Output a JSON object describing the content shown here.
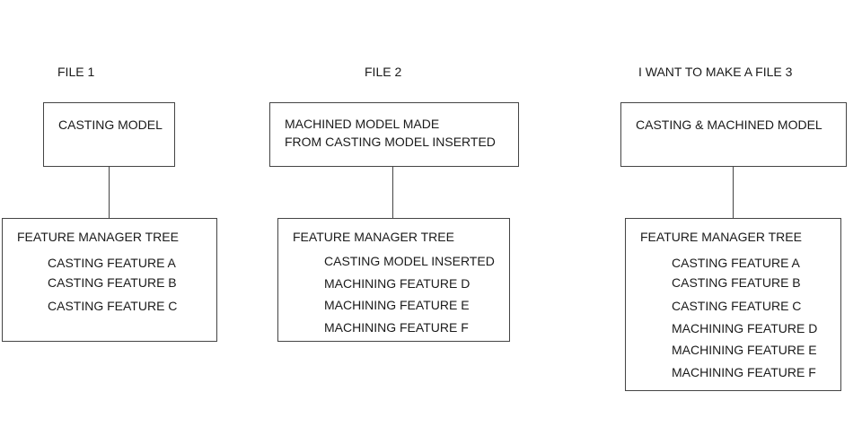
{
  "file1": {
    "header": "FILE 1",
    "model": [
      "CASTING MODEL"
    ],
    "tree_title": "FEATURE MANAGER TREE",
    "features": [
      "CASTING FEATURE A",
      "CASTING FEATURE B",
      "CASTING FEATURE C"
    ]
  },
  "file2": {
    "header": "FILE 2",
    "model": [
      "MACHINED MODEL MADE",
      "FROM CASTING MODEL INSERTED"
    ],
    "tree_title": "FEATURE MANAGER TREE",
    "features": [
      "CASTING MODEL INSERTED",
      "MACHINING FEATURE D",
      "MACHINING FEATURE E",
      "MACHINING FEATURE F"
    ]
  },
  "file3": {
    "header": "I WANT TO MAKE A FILE 3",
    "model": [
      "CASTING & MACHINED MODEL"
    ],
    "tree_title": "FEATURE MANAGER TREE",
    "features": [
      "CASTING FEATURE A",
      "CASTING FEATURE B",
      "CASTING FEATURE C",
      "MACHINING FEATURE D",
      "MACHINING FEATURE E",
      "MACHINING FEATURE F"
    ]
  }
}
